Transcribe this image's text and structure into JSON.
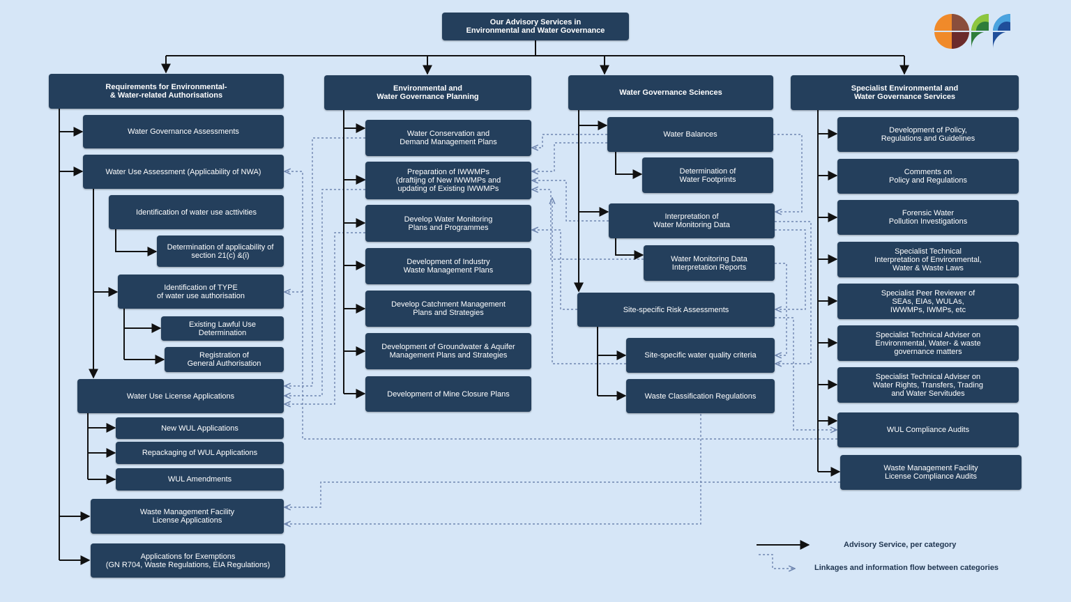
{
  "colors": {
    "background": "#d6e6f7",
    "node_fill": "#243f5c",
    "node_text": "#ffffff",
    "solid_link": "#111111",
    "dotted_link": "#6f86b0"
  },
  "logo": {
    "name": "company-logo-icon"
  },
  "diagram": {
    "root": "Our Advisory Services in\nEnvironmental and Water Governance",
    "categories": {
      "authorisations": "Requirements for Environmental-\n& Water-related Authorisations",
      "planning": "Environmental and\nWater Governance Planning",
      "sciences": "Water Governance Sciences",
      "specialist": "Specialist Environmental and\nWater Governance Services"
    },
    "authorisations": {
      "wga": "Water Governance Assessments",
      "wua": "Water Use Assessment (Applicability of NWA)",
      "ident_wua": "Identification of water use acttivities",
      "det_21c": "Determination of applicability  of\nsection 21(c) &(i)",
      "ident_type": "Identification of TYPE\nof water use authorisation",
      "elu": "Existing Lawful Use\nDetermination",
      "reg_ga": "Registration of\nGeneral Authorisation",
      "wula": "Water Use License Applications",
      "new_wul": "New WUL Applications",
      "repack": "Repackaging of WUL Applications",
      "amend": "WUL Amendments",
      "wmfla": "Waste Management Facility\nLicense Applications",
      "exempt": "Applications for Exemptions\n(GN R704, Waste Regulations, EIA Regulations)"
    },
    "planning": {
      "wcdm": "Water Conservation and\nDemand Management Plans",
      "iwwmp": "Preparation of  IWWMPs\n(draftijng of New IWWMPs and\nupdating of Existing IWWMPs",
      "wmpp": "Develop Water Monitoring\nPlans and Programmes",
      "iwmp": "Development of Industry\nWaste Management Plans",
      "cmps": "Develop Catchment Management\nPlans and Strategies",
      "gwamp": "Development of Groundwater & Aquifer\nManagement Plans and Strategies",
      "mcp": "Development of Mine Closure Plans"
    },
    "sciences": {
      "wb": "Water Balances",
      "wfp": "Determination of\nWater Footprints",
      "iwmd": "Interpretation of\nWater Monitoring Data",
      "wmdir": "Water Monitoring Data\nInterpretation Reports",
      "ssra": "Site-specific Risk Assessments",
      "sswqc": "Site-specific water quality criteria",
      "wcr": "Waste Classification Regulations"
    },
    "specialist": {
      "policy": "Development of Policy,\nRegulations and Guidelines",
      "comments": "Comments on\nPolicy and Regulations",
      "forensic": "Forensic Water\nPollution Investigations",
      "laws": "Specialist Technical\nInterpretation of Environmental,\nWater & Waste Laws",
      "peer": "Specialist Peer Reviewer of\nSEAs, EIAs, WULAs,\nIWWMPs, IWMPs, etc",
      "adviser_env": "Specialist Technical Adviser on\nEnvironmental, Water- & waste\ngovernance matters",
      "adviser_rights": "Specialist Technical Adviser on\nWater Rights, Transfers, Trading\nand Water Servitudes",
      "wul_audit": "WUL Compliance Audits",
      "wmf_audit": "Waste Management Facility\nLicense Compliance Audits"
    }
  },
  "legend": {
    "solid": "Advisory Service, per category",
    "dotted": "Linkages and information flow between categories"
  }
}
